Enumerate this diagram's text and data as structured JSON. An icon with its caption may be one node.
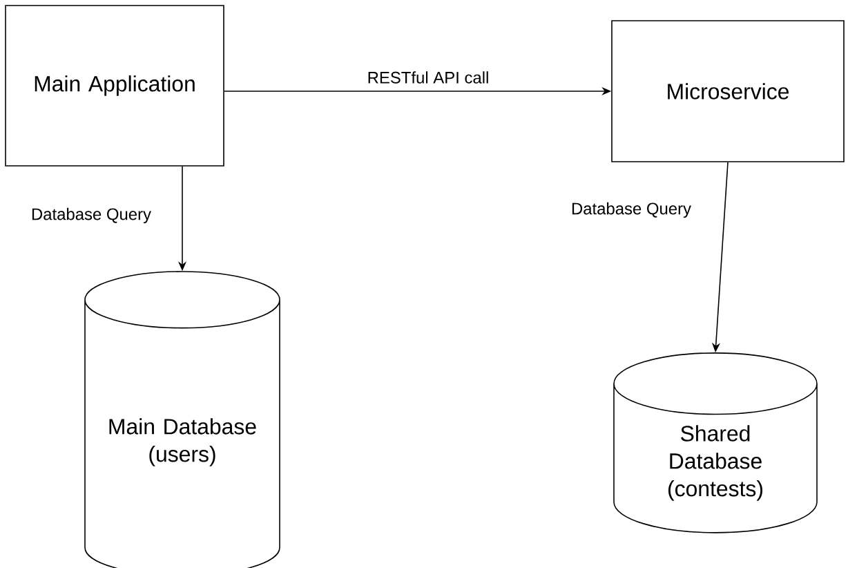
{
  "diagram": {
    "nodes": [
      {
        "text": [
          "Main Application"
        ]
      },
      {
        "text": [
          "Microservice"
        ]
      },
      {
        "text": [
          "Main Database (users)"
        ]
      },
      {
        "text": [
          "Shared Database (contests)"
        ]
      }
    ],
    "edges": [
      {
        "from": 0,
        "to": 1,
        "arrow": "to",
        "label": "RESTful API call"
      },
      {
        "from": 0,
        "to": 2,
        "arrow": "to",
        "label": "Database Query"
      },
      {
        "from": 1,
        "to": 3,
        "arrow": "to",
        "label": "Database Query"
      }
    ]
  }
}
